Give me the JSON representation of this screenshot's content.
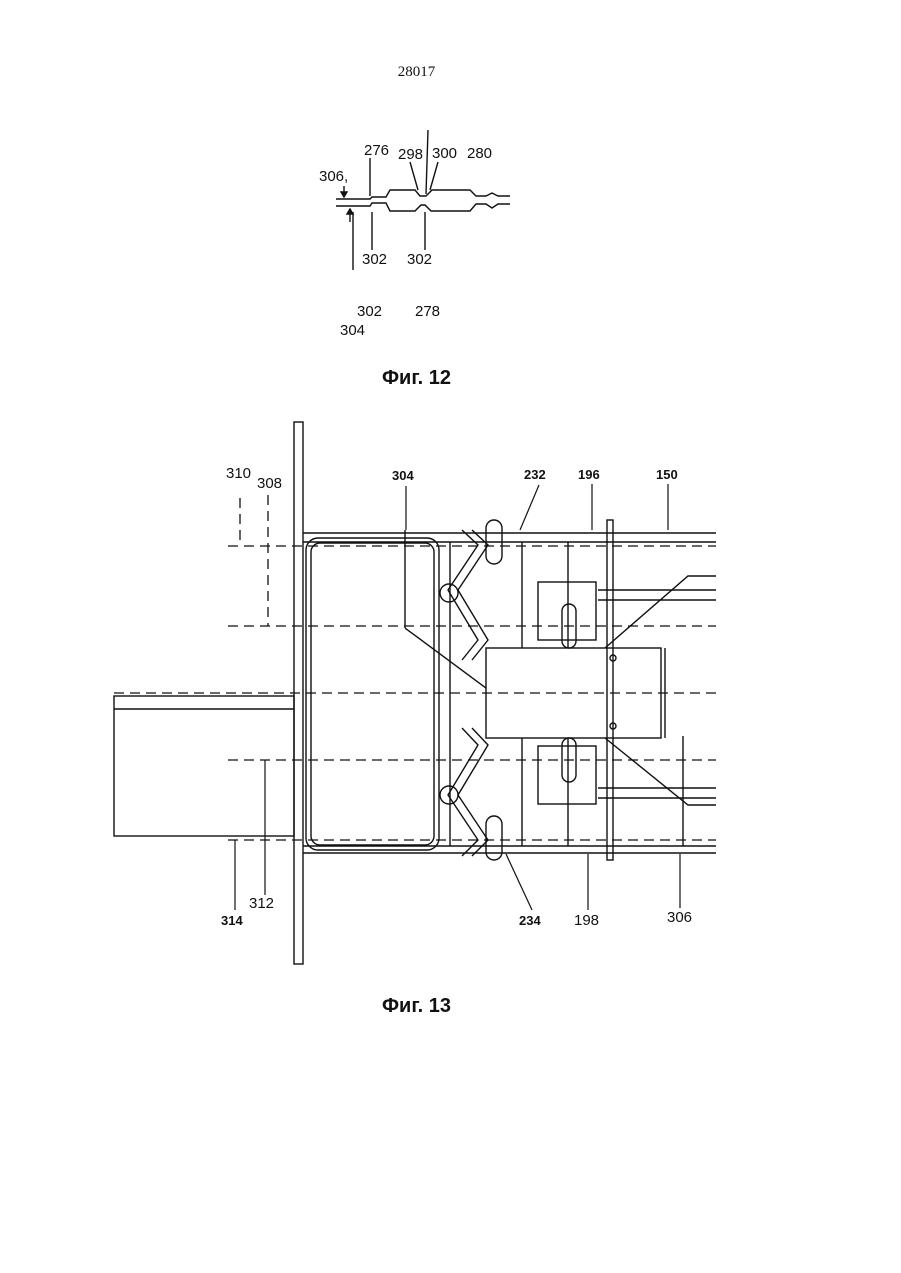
{
  "page": {
    "number": "28017"
  },
  "figure12": {
    "caption": "Фиг. 12",
    "labels": {
      "l276": "276",
      "l298": "298",
      "l300": "300",
      "l280": "280",
      "l306": "306,",
      "l302a": "302",
      "l302b": "302",
      "l302c": "302",
      "l278": "278",
      "l304": "304"
    }
  },
  "figure13": {
    "caption": "Фиг. 13",
    "labels": {
      "l310": "310",
      "l308": "308",
      "l304": "304",
      "l232": "232",
      "l196": "196",
      "l150": "150",
      "l312": "312",
      "l314": "314",
      "l234": "234",
      "l198": "198",
      "l306": "306"
    }
  }
}
